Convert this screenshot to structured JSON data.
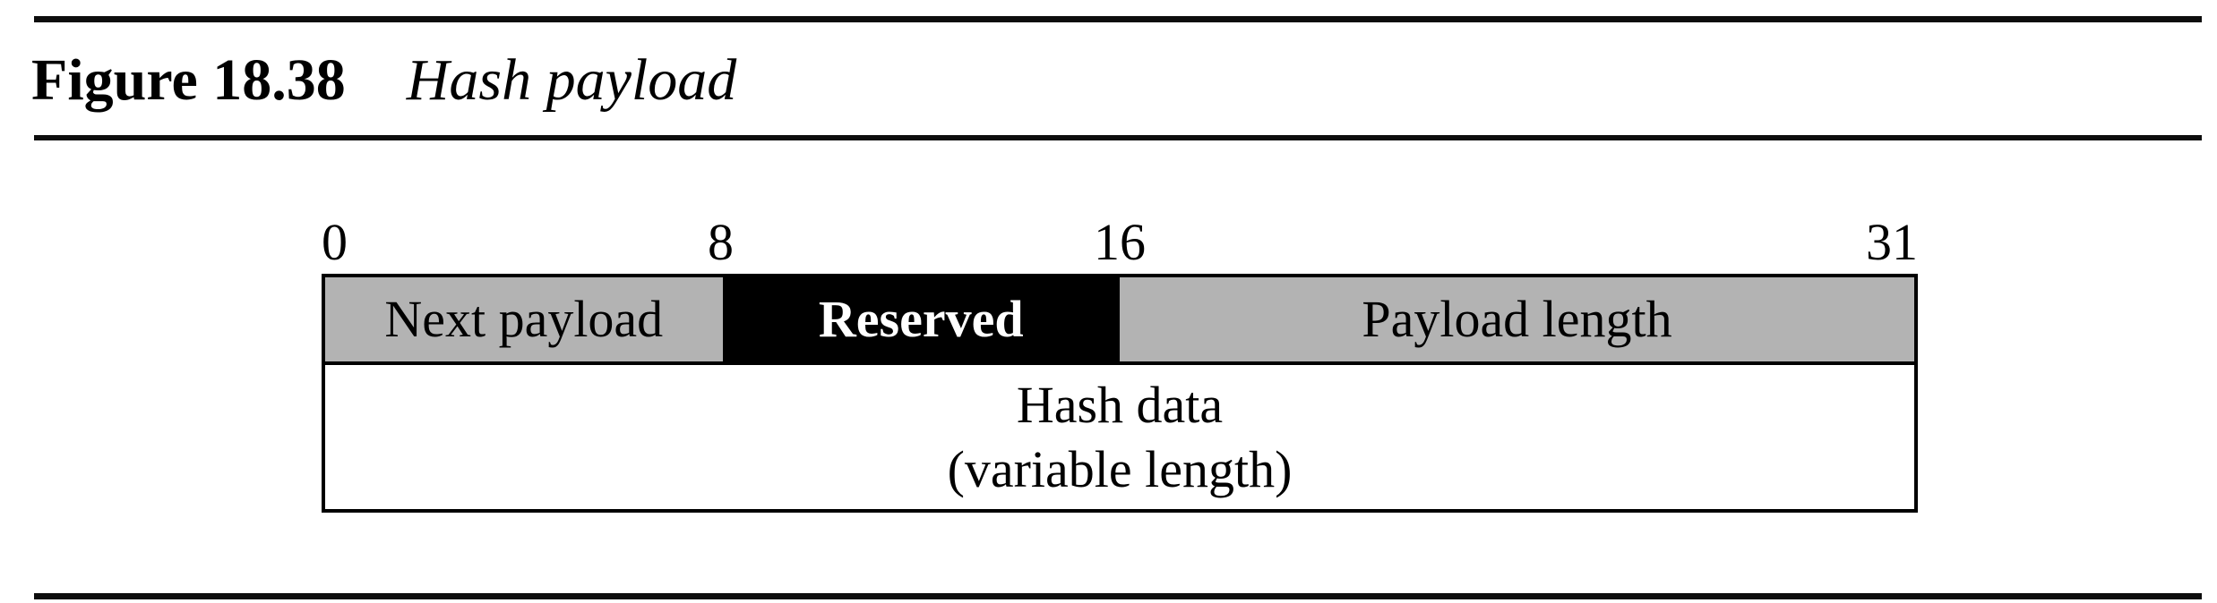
{
  "caption": {
    "label": "Figure 18.38",
    "title": "Hash payload"
  },
  "diagram": {
    "bit_labels": [
      "0",
      "8",
      "16",
      "31"
    ],
    "fields": [
      {
        "name": "Next payload",
        "bits": "0-7",
        "bg": "#b3b3b3",
        "text_color": "#000000"
      },
      {
        "name": "Reserved",
        "bits": "8-15",
        "bg": "#000000",
        "text_color": "#ffffff"
      },
      {
        "name": "Payload length",
        "bits": "16-31",
        "bg": "#b3b3b3",
        "text_color": "#000000"
      }
    ],
    "body_field": {
      "line1": "Hash data",
      "line2": "(variable length)"
    }
  },
  "colors": {
    "field_gray": "#b3b3b3",
    "field_black": "#000000",
    "rule_black": "#0d0d0d",
    "background": "#ffffff"
  }
}
